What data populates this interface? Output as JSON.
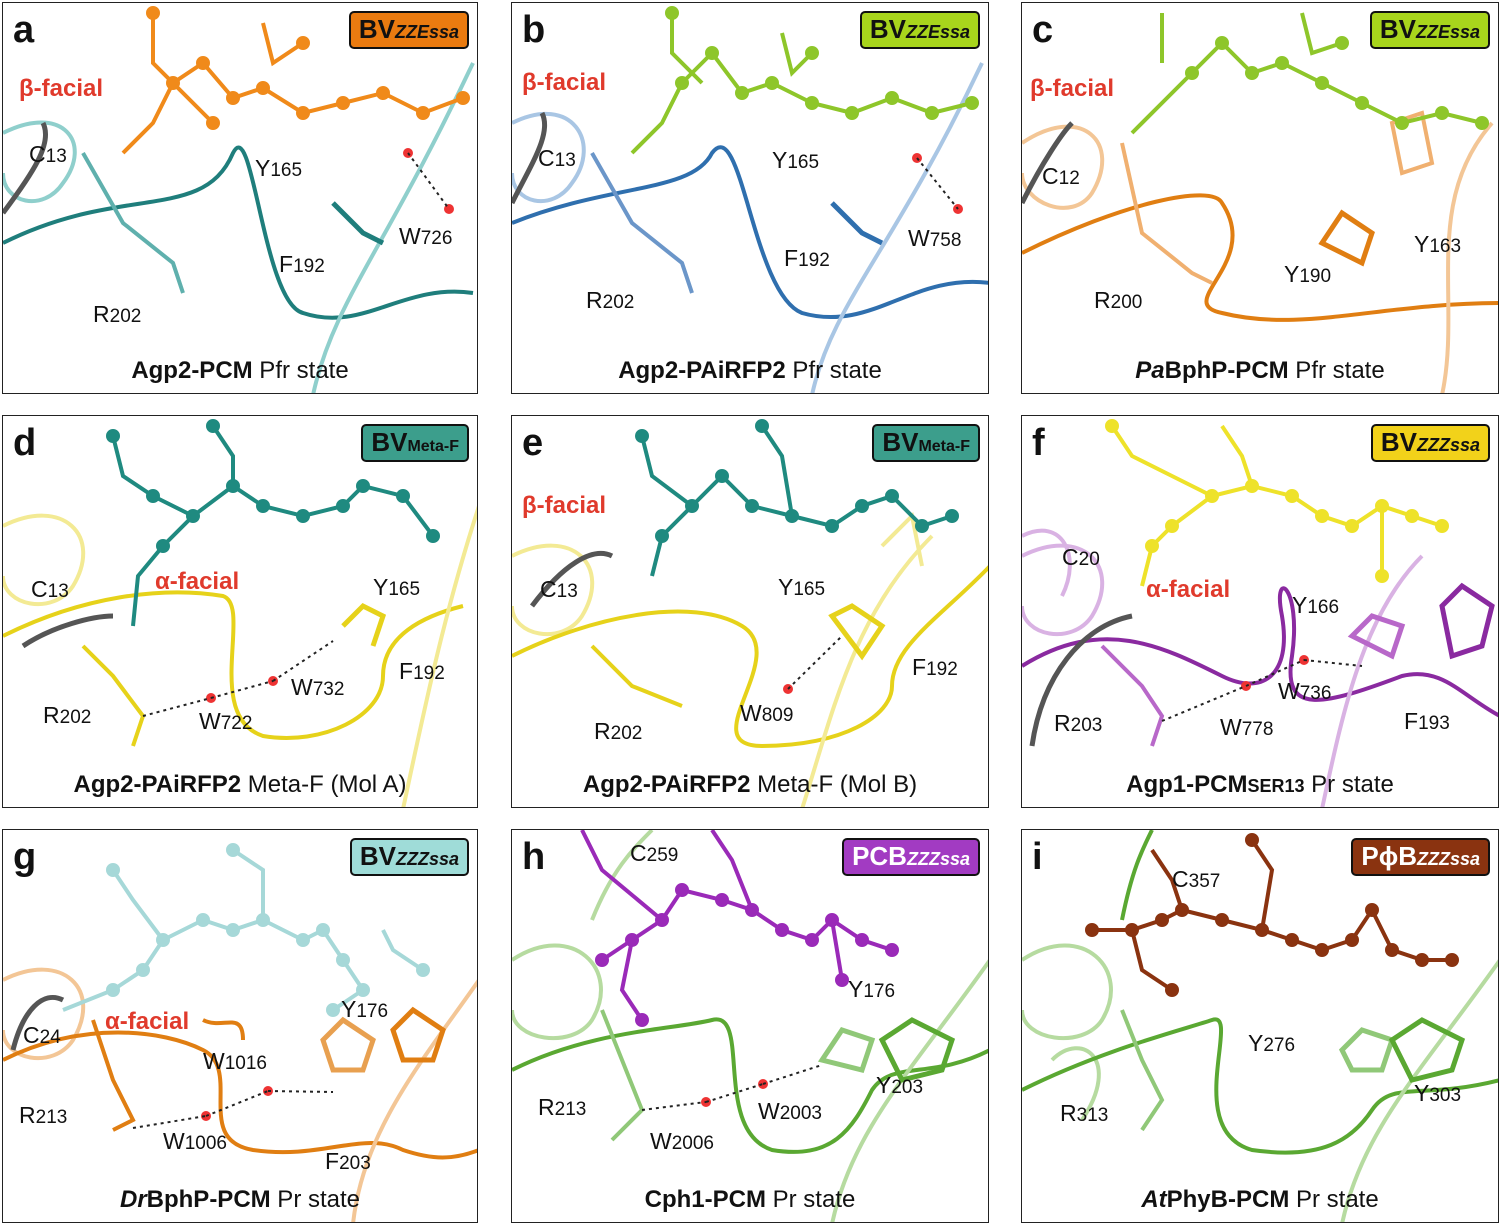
{
  "panels": [
    {
      "letter": "a",
      "badge": {
        "main": "BV",
        "sub": "ZZEssa",
        "color": "#ea7b10",
        "sub_style": "italic"
      },
      "facial": "β-facial",
      "residues": [
        {
          "name": "C",
          "num": "13"
        },
        {
          "name": "Y",
          "num": "165"
        },
        {
          "name": "F",
          "num": "192"
        },
        {
          "name": "R",
          "num": "202"
        },
        {
          "name": "W",
          "num": "726"
        }
      ],
      "caption": {
        "bold": "Agp2-PCM",
        "rest": " Pfr state"
      },
      "colors": {
        "ligand": "#f08a1a",
        "protein": "#1f7e7c",
        "protein_light": "#8fcfcc"
      }
    },
    {
      "letter": "b",
      "badge": {
        "main": "BV",
        "sub": "ZZEssa",
        "color": "#a8d51c",
        "sub_style": "italic"
      },
      "facial": "β-facial",
      "residues": [
        {
          "name": "C",
          "num": "13"
        },
        {
          "name": "Y",
          "num": "165"
        },
        {
          "name": "F",
          "num": "192"
        },
        {
          "name": "R",
          "num": "202"
        },
        {
          "name": "W",
          "num": "758"
        }
      ],
      "caption": {
        "bold": "Agp2-PAiRFP2",
        "rest": " Pfr state"
      },
      "colors": {
        "ligand": "#8ec62a",
        "protein": "#2f6fae",
        "protein_light": "#a9c6e4"
      }
    },
    {
      "letter": "c",
      "badge": {
        "main": "BV",
        "sub": "ZZEssa",
        "color": "#a8d51c",
        "sub_style": "italic"
      },
      "facial": "β-facial",
      "residues": [
        {
          "name": "C",
          "num": "12"
        },
        {
          "name": "Y",
          "num": "163"
        },
        {
          "name": "Y",
          "num": "190"
        },
        {
          "name": "R",
          "num": "200"
        }
      ],
      "caption": {
        "italic": "Pa",
        "bold": "BphP-PCM",
        "rest": " Pfr state"
      },
      "colors": {
        "ligand": "#8ec62a",
        "protein": "#e07e12",
        "protein_light": "#f3c696"
      }
    },
    {
      "letter": "d",
      "badge": {
        "main": "BV",
        "sub": "Meta-F",
        "color": "#3c9e8c",
        "sub_style": "upright"
      },
      "facial": "α-facial",
      "residues": [
        {
          "name": "C",
          "num": "13"
        },
        {
          "name": "Y",
          "num": "165"
        },
        {
          "name": "F",
          "num": "192"
        },
        {
          "name": "R",
          "num": "202"
        },
        {
          "name": "W",
          "num": "732"
        },
        {
          "name": "W",
          "num": "722"
        }
      ],
      "caption": {
        "bold": "Agp2-PAiRFP2",
        "rest": " Meta-F (Mol A)"
      },
      "colors": {
        "ligand": "#1f8a80",
        "protein": "#e6d21a",
        "protein_light": "#f3ea94"
      }
    },
    {
      "letter": "e",
      "badge": {
        "main": "BV",
        "sub": "Meta-F",
        "color": "#3c9e8c",
        "sub_style": "upright"
      },
      "facial": "β-facial",
      "residues": [
        {
          "name": "C",
          "num": "13"
        },
        {
          "name": "Y",
          "num": "165"
        },
        {
          "name": "F",
          "num": "192"
        },
        {
          "name": "R",
          "num": "202"
        },
        {
          "name": "W",
          "num": "809"
        }
      ],
      "caption": {
        "bold": "Agp2-PAiRFP2",
        "rest": " Meta-F (Mol B)"
      },
      "colors": {
        "ligand": "#1f8a80",
        "protein": "#e6d21a",
        "protein_light": "#f3ea94"
      }
    },
    {
      "letter": "f",
      "badge": {
        "main": "BV",
        "sub": "ZZZssa",
        "color": "#f2d21a",
        "sub_style": "italic"
      },
      "facial": "α-facial",
      "residues": [
        {
          "name": "C",
          "num": "20"
        },
        {
          "name": "Y",
          "num": "166"
        },
        {
          "name": "W",
          "num": "736"
        },
        {
          "name": "R",
          "num": "203"
        },
        {
          "name": "W",
          "num": "778"
        },
        {
          "name": "F",
          "num": "193"
        }
      ],
      "caption": {
        "bold": "Agp1-PCM",
        "small": "SER13",
        "rest": " Pr state"
      },
      "colors": {
        "ligand": "#eee22a",
        "protein": "#8a2aa0",
        "protein_light": "#d9b2e3"
      }
    },
    {
      "letter": "g",
      "badge": {
        "main": "BV",
        "sub": "ZZZssa",
        "color": "#9fdcd8",
        "sub_style": "italic"
      },
      "facial": "α-facial",
      "residues": [
        {
          "name": "C",
          "num": "24"
        },
        {
          "name": "Y",
          "num": "176"
        },
        {
          "name": "W",
          "num": "1016"
        },
        {
          "name": "R",
          "num": "213"
        },
        {
          "name": "W",
          "num": "1006"
        },
        {
          "name": "F",
          "num": "203"
        }
      ],
      "caption": {
        "italic": "Dr",
        "bold": "BphP-PCM",
        "rest": " Pr state"
      },
      "colors": {
        "ligand": "#a6d8d8",
        "protein": "#e07e12",
        "protein_light": "#f3c696"
      }
    },
    {
      "letter": "h",
      "badge": {
        "main": "PCB",
        "sub": "ZZZssa",
        "color": "#a23bc2",
        "sub_style": "italic",
        "text": "light"
      },
      "facial": "",
      "residues": [
        {
          "name": "C",
          "num": "259"
        },
        {
          "name": "Y",
          "num": "176"
        },
        {
          "name": "Y",
          "num": "203"
        },
        {
          "name": "R",
          "num": "213"
        },
        {
          "name": "W",
          "num": "2003"
        },
        {
          "name": "W",
          "num": "2006"
        }
      ],
      "caption": {
        "bold": "Cph1-PCM",
        "rest": " Pr state"
      },
      "colors": {
        "ligand": "#9a2ab8",
        "protein": "#5aa832",
        "protein_light": "#b6dba0"
      }
    },
    {
      "letter": "i",
      "badge": {
        "main": "PϕB",
        "sub": "ZZZssa",
        "color": "#8a3310",
        "sub_style": "italic",
        "text": "light"
      },
      "facial": "",
      "residues": [
        {
          "name": "C",
          "num": "357"
        },
        {
          "name": "Y",
          "num": "276"
        },
        {
          "name": "R",
          "num": "313"
        },
        {
          "name": "Y",
          "num": "303"
        }
      ],
      "caption": {
        "italic": "At",
        "bold": "PhyB-PCM",
        "rest": " Pr state"
      },
      "colors": {
        "ligand": "#8a3310",
        "protein": "#5aa832",
        "protein_light": "#b6dba0"
      }
    }
  ]
}
